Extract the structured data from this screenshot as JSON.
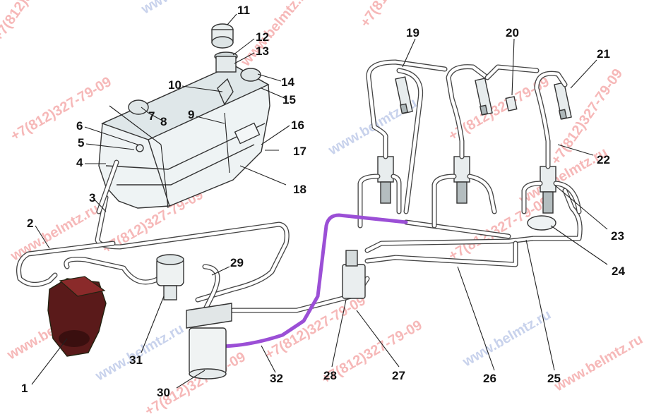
{
  "watermarks": {
    "phone": "+7(812)327-79-09",
    "site": "www.belmtz.ru"
  },
  "callouts": [
    {
      "label": "1"
    },
    {
      "label": "2"
    },
    {
      "label": "3"
    },
    {
      "label": "4"
    },
    {
      "label": "5"
    },
    {
      "label": "6"
    },
    {
      "label": "7"
    },
    {
      "label": "8"
    },
    {
      "label": "9"
    },
    {
      "label": "10"
    },
    {
      "label": "11"
    },
    {
      "label": "12"
    },
    {
      "label": "13"
    },
    {
      "label": "14"
    },
    {
      "label": "15"
    },
    {
      "label": "16"
    },
    {
      "label": "17"
    },
    {
      "label": "18"
    },
    {
      "label": "19"
    },
    {
      "label": "20"
    },
    {
      "label": "21"
    },
    {
      "label": "22"
    },
    {
      "label": "23"
    },
    {
      "label": "24"
    },
    {
      "label": "25"
    },
    {
      "label": "26"
    },
    {
      "label": "27"
    },
    {
      "label": "28"
    },
    {
      "label": "29"
    },
    {
      "label": "30"
    },
    {
      "label": "31"
    },
    {
      "label": "32"
    }
  ],
  "colors": {
    "highlight_pipe": "#9b4fd6",
    "watermark_red": "#f6b8b8",
    "watermark_blue": "#c8d2ec",
    "line": "#333333"
  }
}
